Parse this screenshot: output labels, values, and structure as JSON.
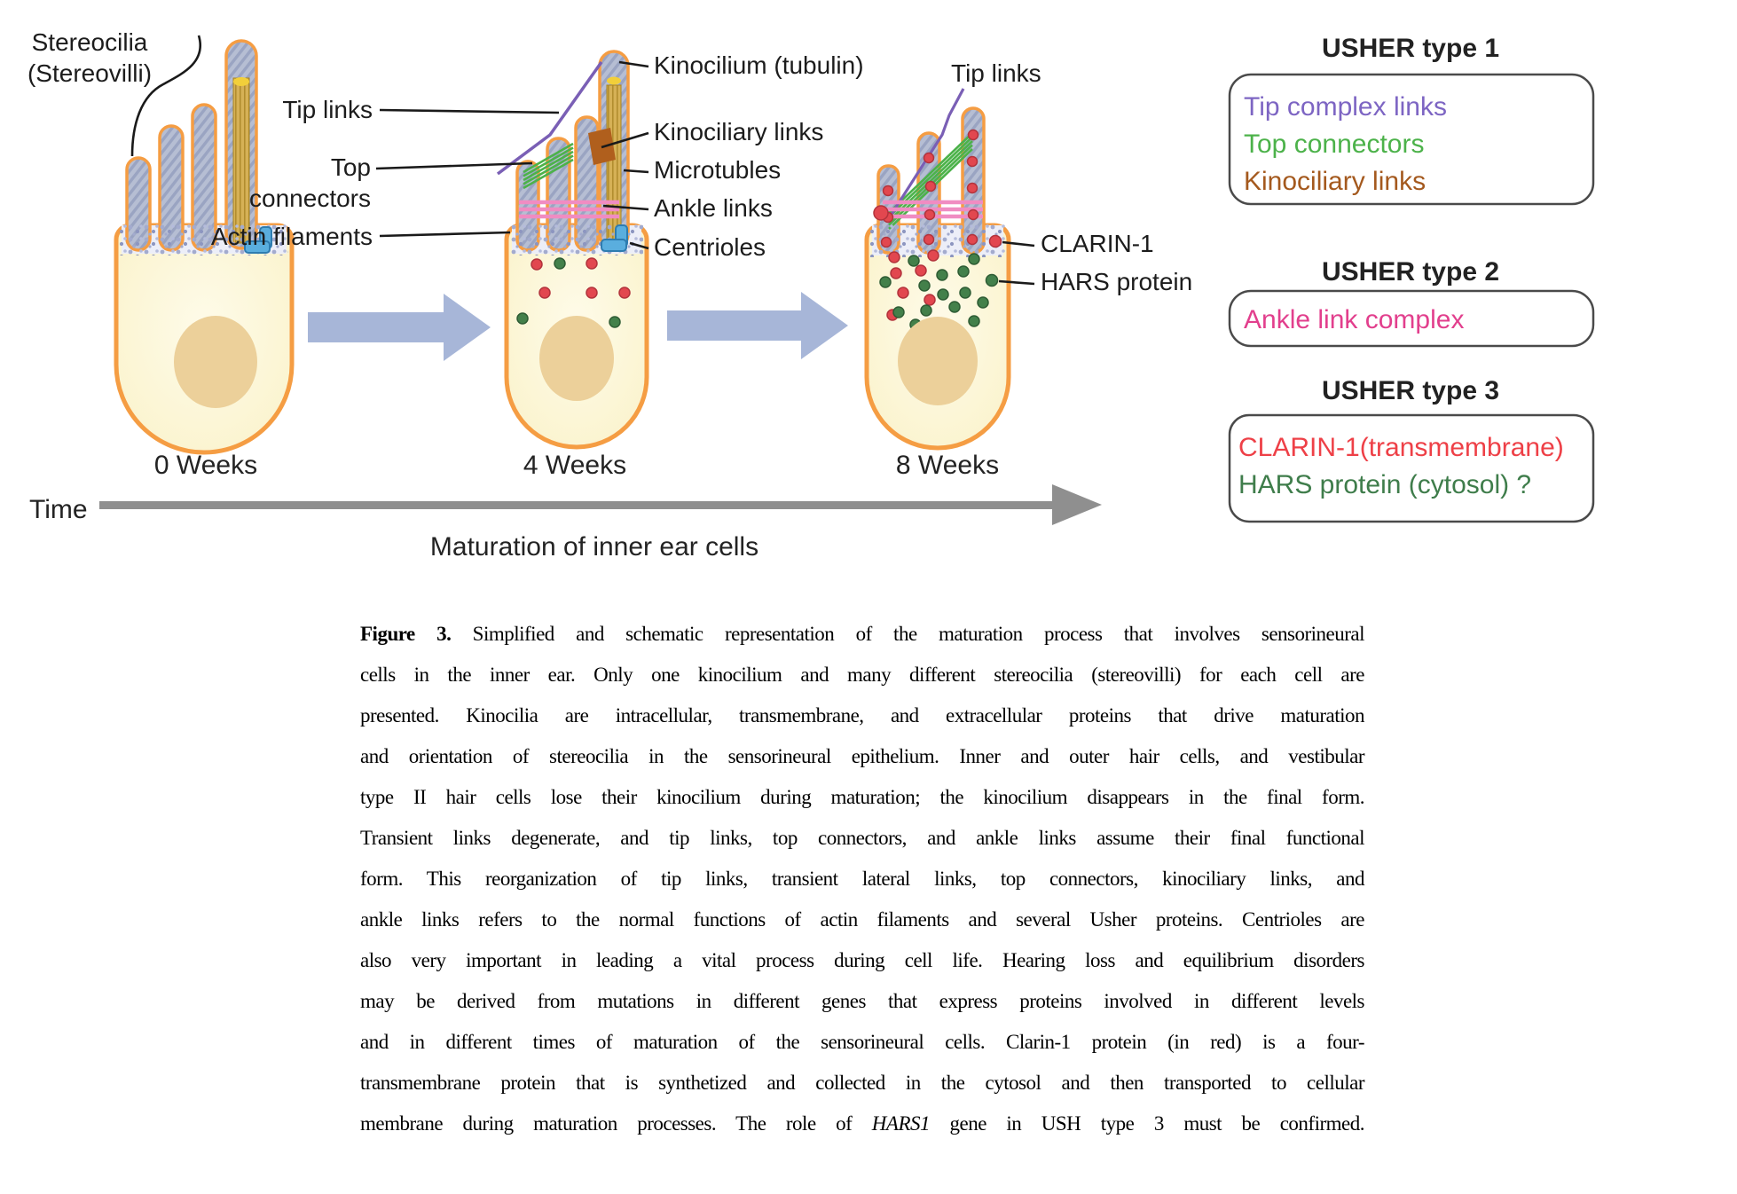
{
  "figure": {
    "stereocilia_label": {
      "line1": "Stereocilia",
      "line2": "(Stereovilli)"
    },
    "cell2_left_labels": {
      "tip_links": "Tip links",
      "top": "Top",
      "connectors": "connectors",
      "actin_filaments": "Actin filaments"
    },
    "cell2_right_labels": {
      "kinocilium": "Kinocilium (tubulin)",
      "kinociliary_links": "Kinociliary links",
      "microtubles": "Microtubles",
      "ankle_links": "Ankle links",
      "centrioles": "Centrioles"
    },
    "cell3_labels": {
      "tip_links": "Tip links",
      "clarin1": "CLARIN-1",
      "hars_protein": "HARS protein"
    },
    "week_labels": [
      "0 Weeks",
      "4 Weeks",
      "8 Weeks"
    ],
    "timeline": {
      "time": "Time",
      "caption": "Maturation of inner ear cells"
    },
    "legend": {
      "type1": {
        "title": "USHER type 1",
        "items": [
          {
            "label": "Tip complex links",
            "color": "#7d65c3"
          },
          {
            "label": "Top connectors",
            "color": "#4cb24a"
          },
          {
            "label": "Kinociliary links",
            "color": "#a4591e"
          }
        ]
      },
      "type2": {
        "title": "USHER type 2",
        "items": [
          {
            "label": "Ankle link complex",
            "color": "#e23f8d"
          }
        ]
      },
      "type3": {
        "title": "USHER type 3",
        "items": [
          {
            "label": "CLARIN-1(transmembrane)",
            "color": "#ee4047"
          },
          {
            "label": "HARS protein (cytosol) ?",
            "color": "#3f7d4b"
          }
        ]
      }
    },
    "colors": {
      "cell_fill": "#fbf6d3",
      "cell_border": "#f59d43",
      "stereocilium_gray": "#b6bed3",
      "kinocilium_fiber": "#d6b156",
      "nucleus": "#ecd09a",
      "tip_link_purple": "#7a5fb5",
      "top_connector_green": "#4cb24a",
      "ankle_link_pink": "#f08cc2",
      "kinociliary_brown": "#b05f1d",
      "centriole_blue": "#5aaede",
      "clarin_dot_red": "#e2474f",
      "hars_dot_green": "#43804a",
      "transition_arrow": "#a7b6d8",
      "time_arrow": "#8f8f8f"
    }
  },
  "caption": {
    "label": "Figure 3.",
    "line1": "Simplified and schematic representation of the maturation process that involves sensorineural",
    "lines": [
      "cells in the inner ear. Only one kinocilium and many different stereocilia (stereovilli) for each cell are",
      "presented. Kinocilia are intracellular, transmembrane, and extracellular proteins that drive maturation",
      "and orientation of stereocilia in the sensorineural epithelium. Inner and outer hair cells, and vestibular",
      "type II hair cells lose their kinocilium during maturation; the kinocilium disappears in the final form.",
      "Transient links degenerate, and tip links, top connectors, and ankle links assume their final functional",
      "form. This reorganization of tip links, transient lateral links, top connectors, kinociliary links, and",
      "ankle links refers to the normal functions of actin filaments and several Usher proteins. Centrioles are",
      "also very important in leading a vital process during cell life. Hearing loss and equilibrium disorders",
      "may be derived from mutations in different genes that express proteins involved in different levels",
      "and in different times of maturation of the sensorineural cells. Clarin-1 protein (in red) is a four-",
      "transmembrane protein that is synthetized and collected in the cytosol and then transported to cellular"
    ],
    "last_pre": "membrane during maturation processes. The role of ",
    "last_italic": "HARS1",
    "last_post": " gene in USH type 3 must be confirmed."
  }
}
